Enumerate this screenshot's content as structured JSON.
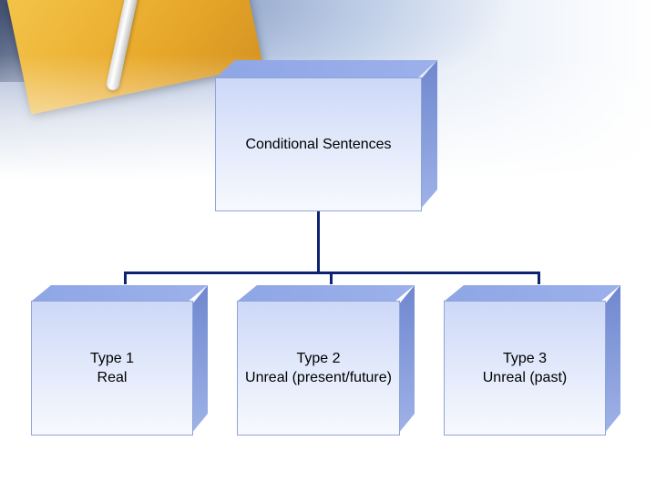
{
  "diagram": {
    "root": {
      "label": "Conditional Sentences"
    },
    "children": [
      {
        "line1": "Type 1",
        "line2": "Real"
      },
      {
        "line1": "Type 2",
        "line2": "Unreal (present/future)"
      },
      {
        "line1": "Type 3",
        "line2": "Unreal (past)"
      }
    ]
  },
  "colors": {
    "box_fill": "#dfe6fa",
    "box_top": "#94aae8",
    "box_side": "#7e95d8",
    "connector": "#0f2270"
  }
}
